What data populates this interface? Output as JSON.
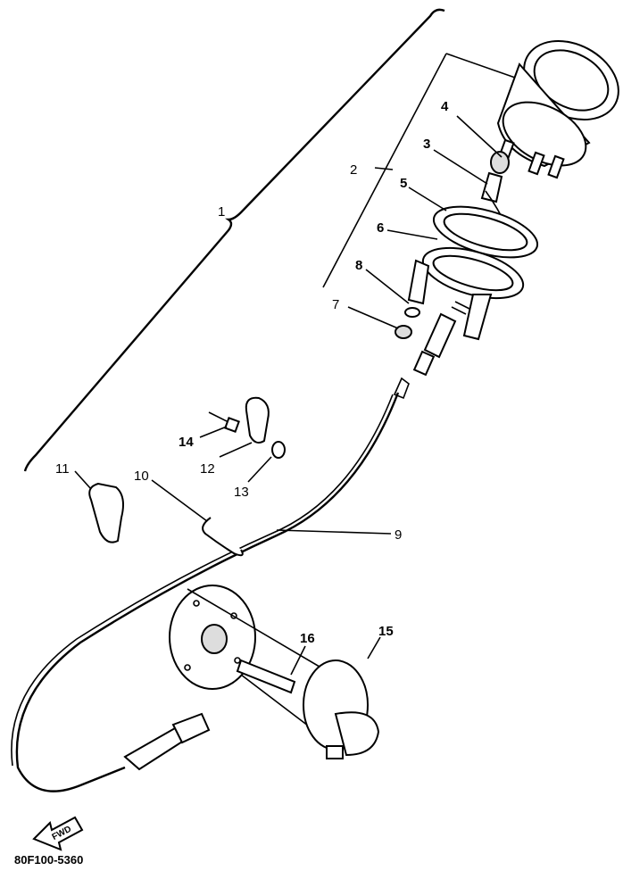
{
  "diagram": {
    "callouts": {
      "c1": "1",
      "c2": "2",
      "c3": "3",
      "c4": "4",
      "c5": "5",
      "c6": "6",
      "c7": "7",
      "c8": "8",
      "c9": "9",
      "c10": "10",
      "c11": "11",
      "c12": "12",
      "c13": "13",
      "c14": "14",
      "c15": "15",
      "c16": "16"
    },
    "direction_badge": "FWD",
    "drawing_code": "80F100-5360"
  },
  "colors": {
    "ink": "#000000",
    "paper": "#ffffff"
  }
}
